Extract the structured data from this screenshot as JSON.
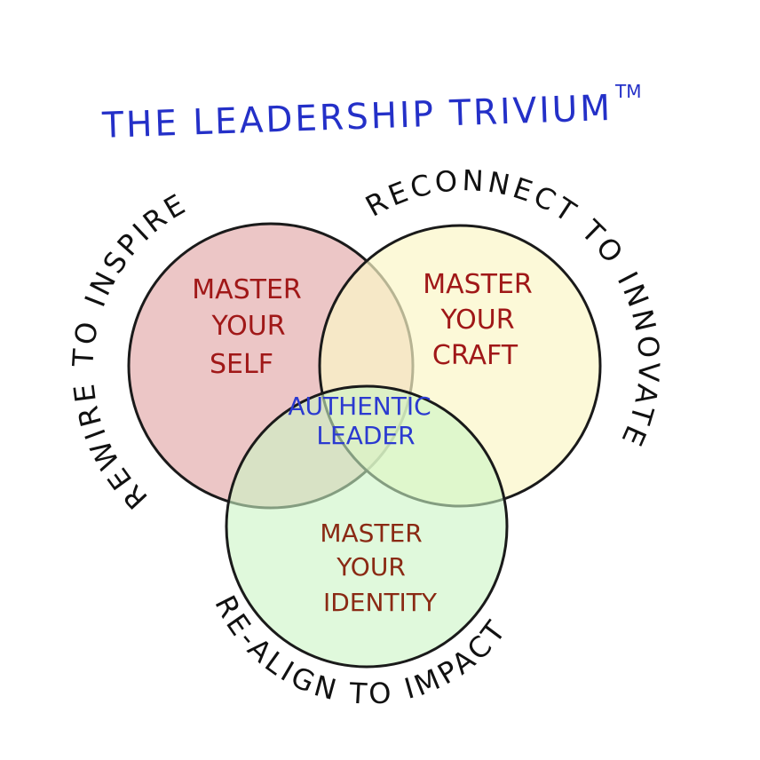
{
  "title": "THE LEADERSHIP TRIVIUM",
  "trademark": "TM",
  "circles": [
    {
      "id": "self",
      "lines": [
        "MASTER",
        "YOUR",
        "SELF"
      ],
      "fill": "#e9bcbc",
      "text_color": "#a01818"
    },
    {
      "id": "craft",
      "lines": [
        "MASTER",
        "YOUR",
        "CRAFT"
      ],
      "fill": "#fbf6d6",
      "text_color": "#a01818"
    },
    {
      "id": "identity",
      "lines": [
        "MASTER",
        "YOUR",
        "IDENTITY"
      ],
      "fill": "#dcf9dc",
      "text_color": "#8a2a14"
    }
  ],
  "center": {
    "lines": [
      "AUTHENTIC",
      "LEADER"
    ],
    "color": "#2b3ad0"
  },
  "arcs": {
    "left": "REWIRE TO INSPIRE",
    "right": "RECONNECT TO INNOVATE",
    "bottom": "RE-ALIGN TO IMPACT"
  },
  "colors": {
    "title": "#2430c8",
    "outline": "#1a1a1a",
    "arc_text": "#111111"
  }
}
